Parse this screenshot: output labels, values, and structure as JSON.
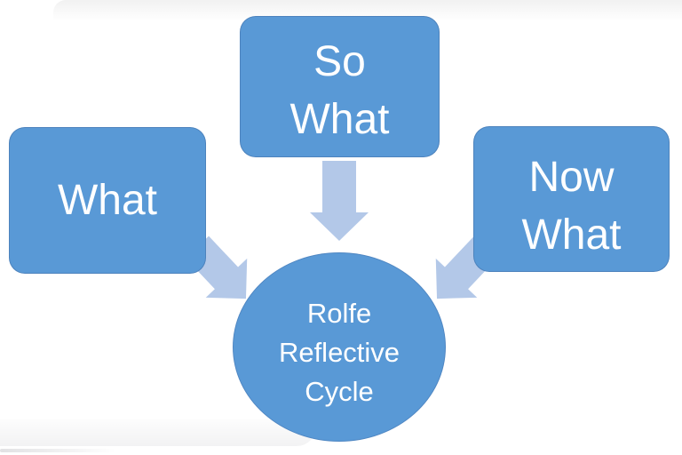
{
  "diagram": {
    "name": "Rolfe Reflective Cycle diagram",
    "nodes": {
      "what": {
        "label": "What"
      },
      "so_what": {
        "line1": "So",
        "line2": "What"
      },
      "now_what": {
        "line1": "Now",
        "line2": "What"
      },
      "center": {
        "line1": "Rolfe",
        "line2": "Reflective",
        "line3": "Cycle"
      }
    },
    "arrows": [
      {
        "name": "so-what-to-center",
        "direction": "down"
      },
      {
        "name": "what-to-center",
        "direction": "down-right"
      },
      {
        "name": "now-what-to-center",
        "direction": "down-left"
      }
    ],
    "colors": {
      "node_fill": "#5999D6",
      "arrow_fill": "#B3C8E8",
      "label_text": "#FFFFFF",
      "background": "#FFFFFF"
    }
  }
}
